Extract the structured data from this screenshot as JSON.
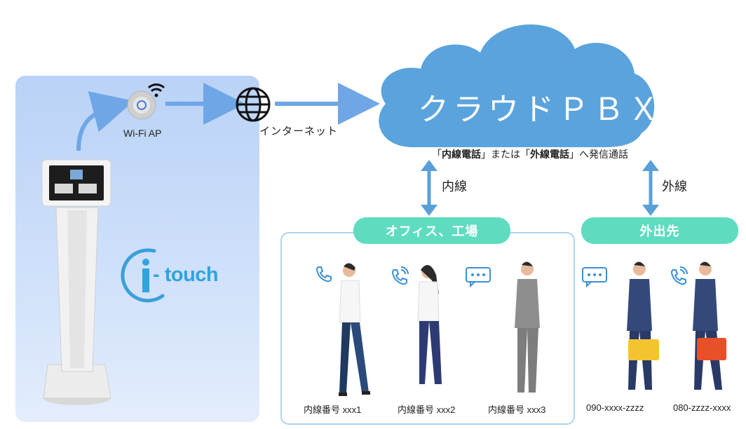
{
  "device": {
    "brand": "i-touch",
    "ap_label": "Wi-Fi AP"
  },
  "network": {
    "internet_label": "インターネット"
  },
  "cloud": {
    "title": "クラウドＰＢＸ"
  },
  "call_note": {
    "open1": "「",
    "bold1": "内線電話",
    "mid": "」または「",
    "bold2": "外線電話",
    "close": "」へ発信通話"
  },
  "links": {
    "internal": "内線",
    "external": "外線"
  },
  "groups": {
    "office": "オフィス、工場",
    "outside": "外出先"
  },
  "office_people": [
    {
      "label": "内線番号 xxx1",
      "icon": "phone-ringing-icon"
    },
    {
      "label": "内線番号 xxx2",
      "icon": "phone-ringing-icon"
    },
    {
      "label": "内線番号 xxx3",
      "icon": "chat-bubble-icon"
    }
  ],
  "outside_people": [
    {
      "label": "090-xxxx-zzzz",
      "icon": "chat-bubble-icon"
    },
    {
      "label": "080-zzzz-xxxx",
      "icon": "phone-ringing-icon"
    }
  ],
  "colors": {
    "cloud": "#5ba3dc",
    "arrow": "#6fa6e6",
    "pill": "#5fdcc0",
    "icon": "#3a8fd6"
  }
}
